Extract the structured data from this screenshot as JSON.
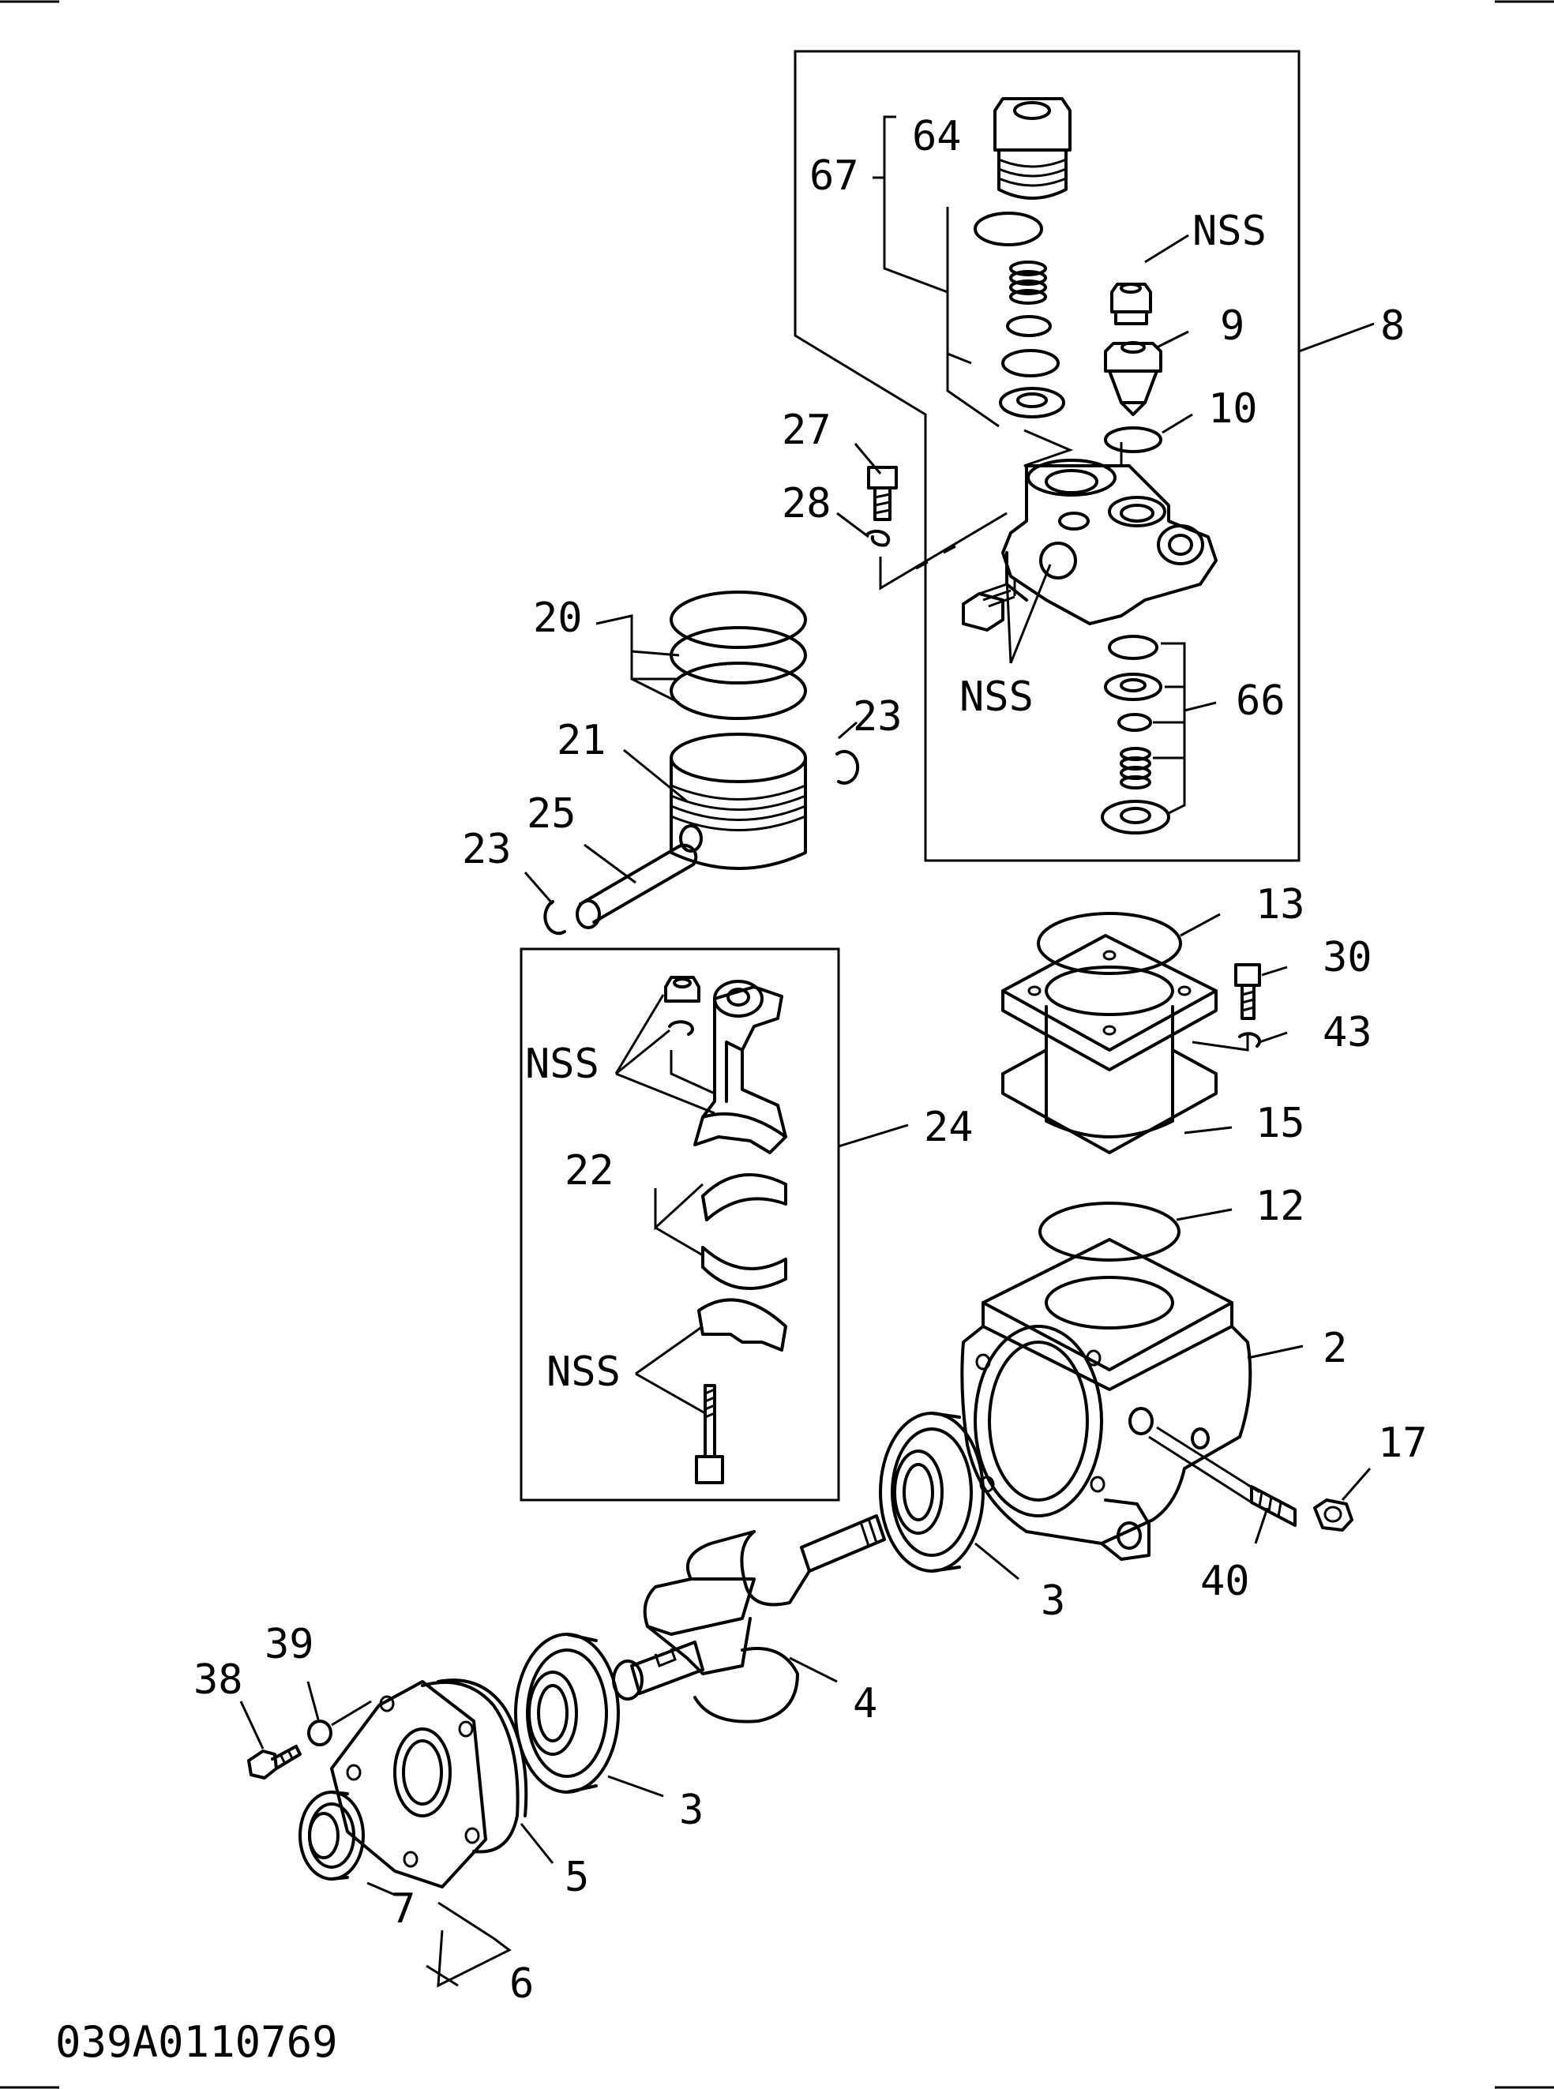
{
  "drawing_code": "039A0110769",
  "labels": {
    "l64": "64",
    "l67": "67",
    "lNSS_top": "NSS",
    "l9": "9",
    "l8": "8",
    "l10": "10",
    "l27": "27",
    "l28": "28",
    "l20": "20",
    "lNSS_mid": "NSS",
    "l66": "66",
    "l21": "21",
    "l23a": "23",
    "l25": "25",
    "l23b": "23",
    "l13": "13",
    "l30": "30",
    "l43": "43",
    "lNSS_rod1": "NSS",
    "l15": "15",
    "l24": "24",
    "l22": "22",
    "l12": "12",
    "l2": "2",
    "lNSS_rod2": "NSS",
    "l17": "17",
    "l3a": "3",
    "l40": "40",
    "l39": "39",
    "l38": "38",
    "l4": "4",
    "l3b": "3",
    "l5": "5",
    "l7": "7",
    "l6": "6"
  }
}
